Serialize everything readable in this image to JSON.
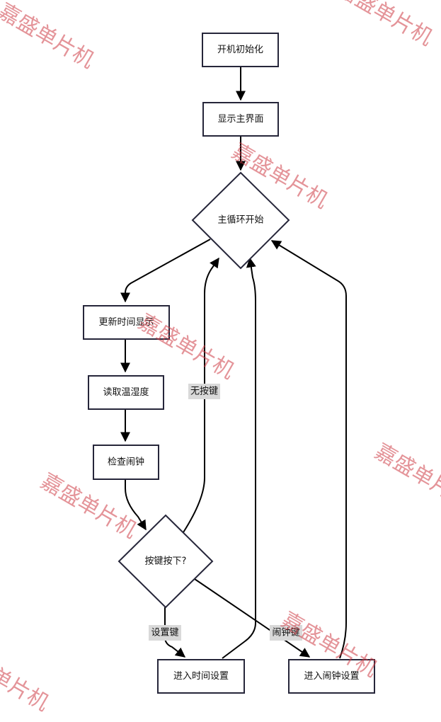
{
  "colors": {
    "node_border": "#26263a",
    "node_fill": "#ffffff",
    "edge": "#000000",
    "edge_label_bg": "#d9d9d9",
    "watermark": "#cd3c46"
  },
  "nodes": {
    "start": "开机初始化",
    "show_main": "显示主界面",
    "loop_start": "主循环开始",
    "update_time": "更新时间显示",
    "read_temp": "读取温湿度",
    "check_alarm": "检查闹钟",
    "key_pressed": "按键按下?",
    "enter_time_setting": "进入时间设置",
    "enter_alarm_setting": "进入闹钟设置"
  },
  "edge_labels": {
    "no_key": "无按键",
    "set_key": "设置键",
    "alarm_key": "闹钟键"
  },
  "watermark": {
    "text": "嘉盛单片机"
  }
}
